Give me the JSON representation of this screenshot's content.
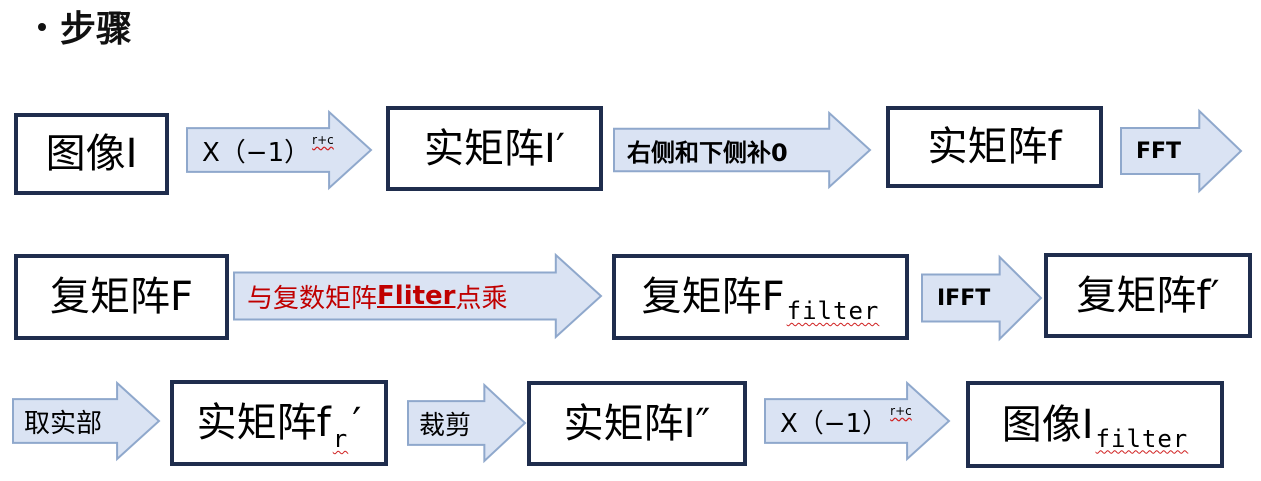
{
  "title": "步骤",
  "colors": {
    "arrow_fill": "#dae3f3",
    "arrow_stroke": "#8fa8cc",
    "box_border": "#1f2d4d",
    "red_text": "#c00000"
  },
  "row1": {
    "box1": "图像I",
    "arrow1": {
      "prefix": "X（−1）",
      "sup": "r+c"
    },
    "box2": "实矩阵I′",
    "arrow2": "右侧和下侧补0",
    "box3": "实矩阵f",
    "arrow3": "FFT"
  },
  "row2": {
    "box1": "复矩阵F",
    "arrow1": {
      "prefix": "与复数矩阵",
      "highlight": "Fliter",
      "suffix": "点乘"
    },
    "box2": {
      "main": "复矩阵F",
      "sub": "filter"
    },
    "arrow2": "IFFT",
    "box3": "复矩阵f′"
  },
  "row3": {
    "arrow0": "取实部",
    "box1": {
      "main": "实矩阵f",
      "sub": "r",
      "prime": "′"
    },
    "arrow1": "裁剪",
    "box2": "实矩阵I″",
    "arrow2": {
      "prefix": "X（−1）",
      "sup": "r+c"
    },
    "box3": {
      "main": "图像I",
      "sub": "filter"
    }
  }
}
